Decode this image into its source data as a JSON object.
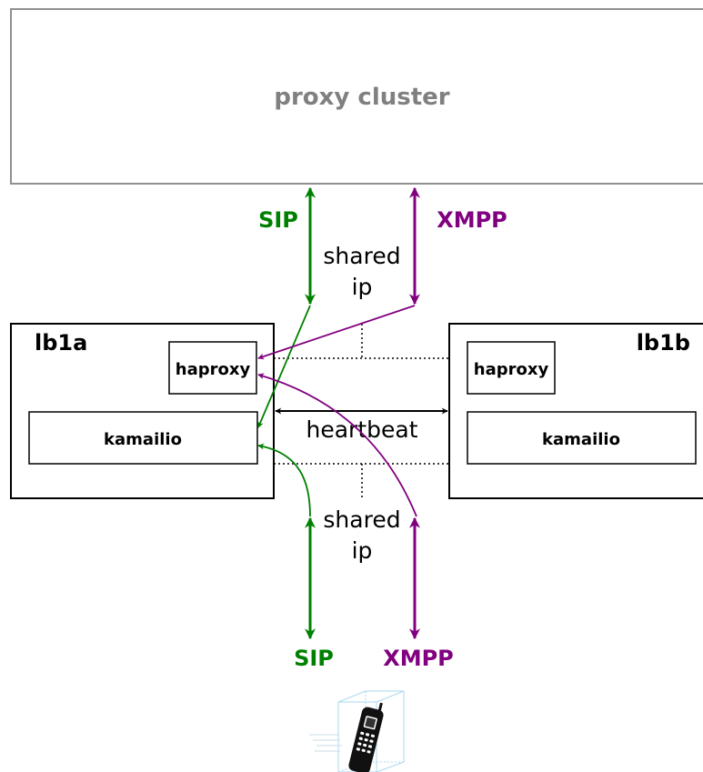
{
  "diagram": {
    "cluster_label": "proxy cluster",
    "top_sip": "SIP",
    "top_xmpp": "XMPP",
    "top_shared_1": "shared",
    "top_shared_2": "ip",
    "lb1a_title": "lb1a",
    "lb1b_title": "lb1b",
    "lb1a_haproxy": "haproxy",
    "lb1a_kamailio": "kamailio",
    "lb1b_haproxy": "haproxy",
    "lb1b_kamailio": "kamailio",
    "heartbeat": "heartbeat",
    "bottom_shared_1": "shared",
    "bottom_shared_2": "ip",
    "bottom_sip": "SIP",
    "bottom_xmpp": "XMPP"
  },
  "colors": {
    "sip": "#008000",
    "xmpp": "#800080",
    "cluster_text": "#808080",
    "cluster_border": "#909090",
    "box_border": "#000000",
    "phone_box": "#a8d8f0"
  },
  "icons": {
    "phone": "mobile-phone-icon"
  }
}
